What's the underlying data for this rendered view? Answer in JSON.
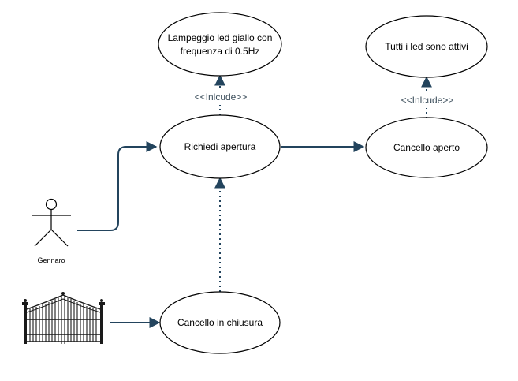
{
  "colors": {
    "edge": "#23445d",
    "ellipse_stroke": "#000000",
    "ellipse_fill": "#ffffff",
    "stereotype_text": "#3d4f5c"
  },
  "actors": {
    "person": {
      "name": "Gennaro",
      "icon": "stick-figure-icon"
    },
    "gate": {
      "icon": "gate-icon"
    }
  },
  "use_cases": {
    "lampeggio": {
      "line1": "Lampeggio led giallo con",
      "line2": "frequenza di 0.5Hz"
    },
    "richiedi": {
      "label": "Richiedi apertura"
    },
    "cancello_aperto": {
      "label": "Cancello aperto"
    },
    "tutti_led": {
      "label": "Tutti i led sono attivi"
    },
    "cancello_chiusura": {
      "label": "Cancello in chiusura"
    }
  },
  "relations": {
    "include_1": "<<Inlcude>>",
    "include_2": "<<Inlcude>>"
  }
}
